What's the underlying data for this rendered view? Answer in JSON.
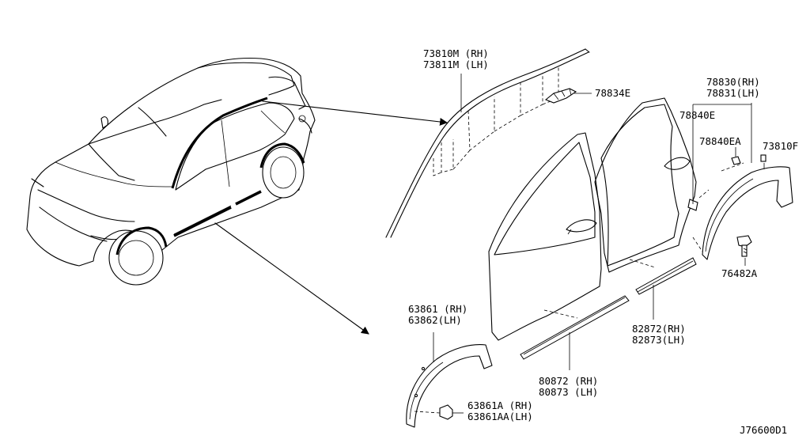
{
  "labels": {
    "roof_molding": [
      "73810M (RH)",
      "73811M (LH)"
    ],
    "clip_roof": "78834E",
    "rear_arch_molding": [
      "78830(RH)",
      "78831(LH)"
    ],
    "grommet": "78840E",
    "grommet_a": "78840EA",
    "clip_f": "73810F",
    "screw": "76482A",
    "front_arch_molding": [
      "63861 (RH)",
      "63862(LH)"
    ],
    "front_arch_clip": [
      "63861A  (RH)",
      "63861AA(LH)"
    ],
    "front_door_molding": [
      "80872 (RH)",
      "80873 (LH)"
    ],
    "rear_door_molding": [
      "82872(RH)",
      "82873(LH)"
    ],
    "diagram_code": "J76600D1"
  }
}
